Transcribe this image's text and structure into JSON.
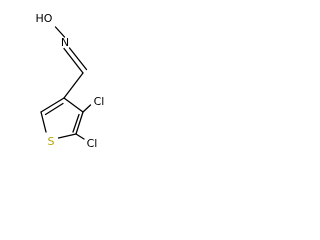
{
  "molecule": {
    "atom_labels": {
      "hydroxyl": "HO",
      "nitrogen": "N",
      "chlorine_4": "Cl",
      "chlorine_5": "Cl",
      "sulfur": "S"
    },
    "colors": {
      "bond": "#000000",
      "text": "#000000",
      "sulfur": "#b8a200",
      "background": "#ffffff"
    }
  }
}
